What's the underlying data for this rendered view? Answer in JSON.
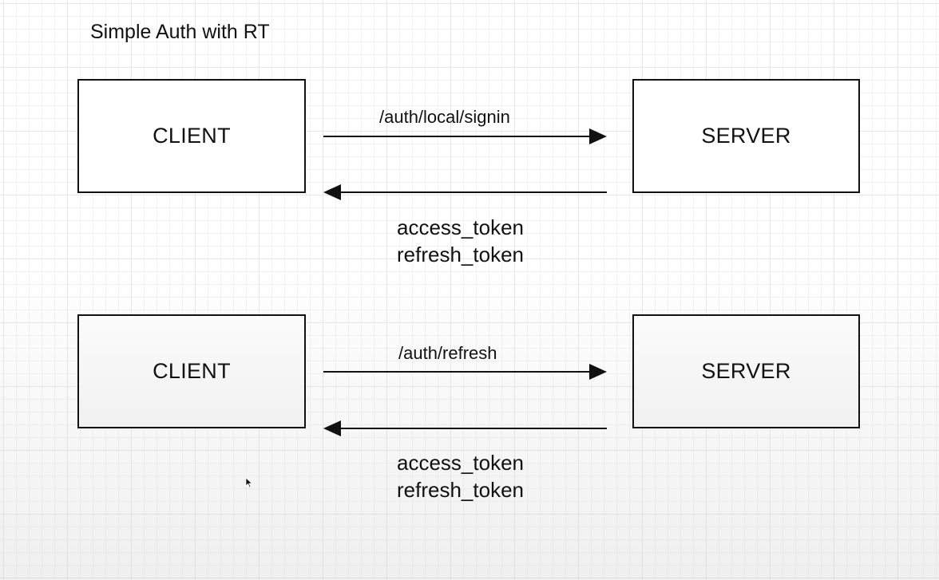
{
  "title": "Simple Auth with RT",
  "flows": [
    {
      "client_label": "CLIENT",
      "server_label": "SERVER",
      "request_label": "/auth/local/signin",
      "response_labels": [
        "access_token",
        "refresh_token"
      ]
    },
    {
      "client_label": "CLIENT",
      "server_label": "SERVER",
      "request_label": "/auth/refresh",
      "response_labels": [
        "access_token",
        "refresh_token"
      ]
    }
  ],
  "icons": {
    "cursor": "mouse-pointer-icon"
  }
}
